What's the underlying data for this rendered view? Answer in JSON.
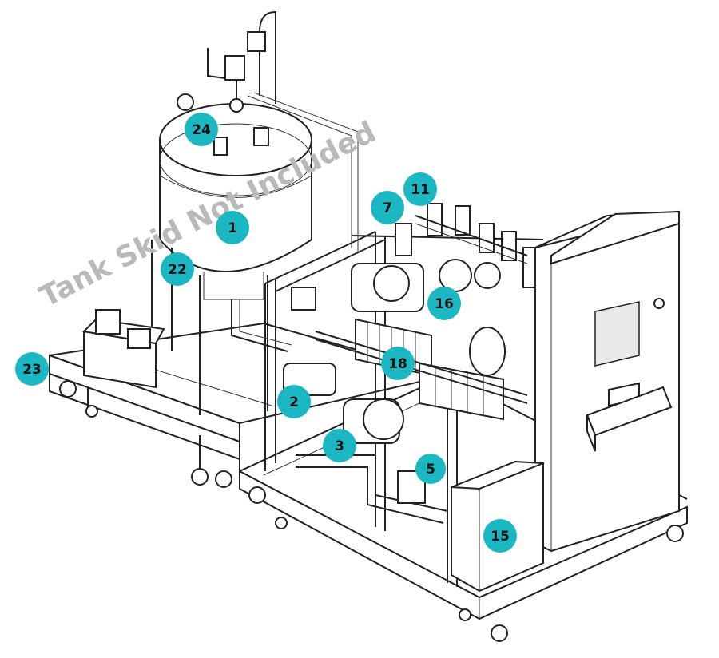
{
  "watermark": "Tank Skid Not Included",
  "colors": {
    "callout": "#1bb8c4",
    "line": "#222222",
    "watermark": "#b9b9b9"
  },
  "callouts": [
    {
      "id": "1",
      "label": "1"
    },
    {
      "id": "2",
      "label": "2"
    },
    {
      "id": "3",
      "label": "3"
    },
    {
      "id": "5",
      "label": "5"
    },
    {
      "id": "7",
      "label": "7"
    },
    {
      "id": "11",
      "label": "11"
    },
    {
      "id": "15",
      "label": "15"
    },
    {
      "id": "16",
      "label": "16"
    },
    {
      "id": "18",
      "label": "18"
    },
    {
      "id": "22",
      "label": "22"
    },
    {
      "id": "23",
      "label": "23"
    },
    {
      "id": "24",
      "label": "24"
    }
  ]
}
